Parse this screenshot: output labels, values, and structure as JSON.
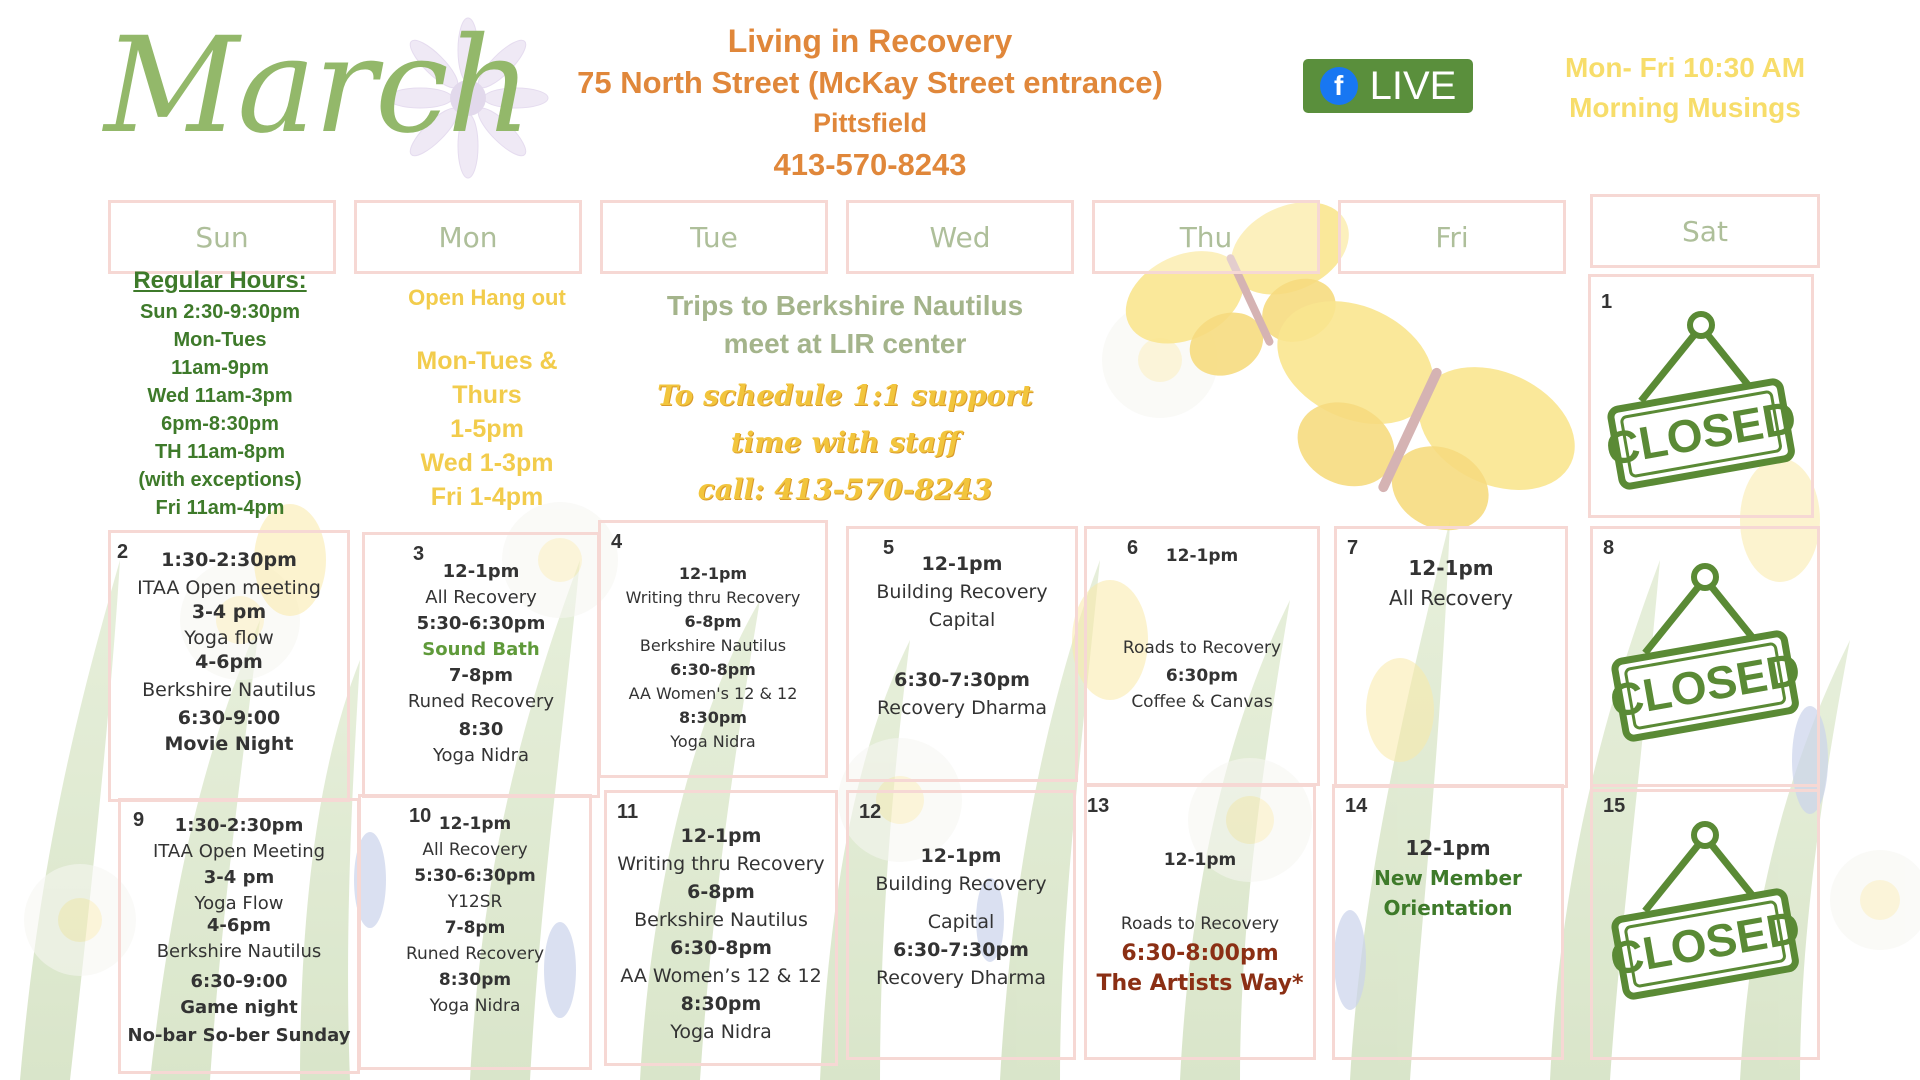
{
  "header": {
    "month": "March",
    "org_name": "Living in Recovery",
    "address": "75 North Street (McKay Street entrance)",
    "city": "Pittsfield",
    "phone": "413-570-8243",
    "live_badge": {
      "icon": "facebook-icon",
      "label": "LIVE"
    },
    "musings": [
      "Mon- Fri 10:30 AM",
      "Morning Musings"
    ]
  },
  "weekdays": [
    "Sun",
    "Mon",
    "Tue",
    "Wed",
    "Thu",
    "Fri",
    "Sat"
  ],
  "regular_hours": {
    "heading": "Regular Hours:",
    "lines": [
      "Sun 2:30-9:30pm",
      "Mon-Tues",
      "11am-9pm",
      "Wed 11am-3pm",
      "6pm-8:30pm",
      "TH 11am-8pm",
      "(with exceptions)",
      "Fri 11am-4pm"
    ]
  },
  "hangout": {
    "title": "Open Hang out",
    "lines": [
      "Mon-Tues &",
      "Thurs",
      "1-5pm",
      "Wed 1-3pm",
      "Fri 1-4pm"
    ]
  },
  "trips": [
    "Trips to Berkshire Nautilus",
    "meet at LIR center"
  ],
  "support": [
    "To schedule  1:1 support",
    "time with staff",
    "call: 413-570-8243"
  ],
  "closed_label": "CLOSED",
  "days": [
    {
      "num": "1",
      "lines": []
    },
    {
      "num": "2",
      "lines": [
        "1:30-2:30pm",
        "ITAA Open meeting",
        "3-4 pm",
        "Yoga flow",
        "4-6pm",
        "Berkshire Nautilus",
        "6:30-9:00",
        "Movie Night"
      ]
    },
    {
      "num": "3",
      "lines": [
        "12-1pm",
        "All Recovery",
        "5:30-6:30pm",
        "Sound Bath",
        "7-8pm",
        "Runed Recovery",
        "8:30",
        "Yoga Nidra"
      ]
    },
    {
      "num": "4",
      "lines": [
        "12-1pm",
        "Writing thru Recovery",
        "6-8pm",
        "Berkshire Nautilus",
        "6:30-8pm",
        "AA Women's 12 & 12",
        "8:30pm",
        "Yoga Nidra"
      ]
    },
    {
      "num": "5",
      "lines": [
        "12-1pm",
        "Building Recovery",
        "Capital",
        "6:30-7:30pm",
        "Recovery Dharma"
      ]
    },
    {
      "num": "6",
      "lines": [
        "12-1pm",
        "Roads to Recovery",
        "6:30pm",
        "Coffee & Canvas"
      ]
    },
    {
      "num": "7",
      "lines": [
        "12-1pm",
        "All Recovery"
      ]
    },
    {
      "num": "8",
      "lines": []
    },
    {
      "num": "9",
      "lines": [
        "1:30-2:30pm",
        "ITAA Open Meeting",
        "3-4 pm",
        "Yoga Flow",
        "4-6pm",
        "Berkshire Nautilus",
        "6:30-9:00",
        "Game night",
        "No-bar So-ber Sunday"
      ]
    },
    {
      "num": "10",
      "lines": [
        "12-1pm",
        "All Recovery",
        "5:30-6:30pm",
        "Y12SR",
        "7-8pm",
        "Runed Recovery",
        "8:30pm",
        "Yoga Nidra"
      ]
    },
    {
      "num": "11",
      "lines": [
        "12-1pm",
        "Writing thru Recovery",
        "6-8pm",
        "Berkshire Nautilus",
        "6:30-8pm",
        "AA Women’s 12 & 12",
        "8:30pm",
        "Yoga Nidra"
      ]
    },
    {
      "num": "12",
      "lines": [
        "12-1pm",
        "Building Recovery",
        "Capital",
        "6:30-7:30pm",
        "Recovery Dharma"
      ]
    },
    {
      "num": "13",
      "lines": [
        "12-1pm",
        "Roads to Recovery",
        "6:30-8:00pm",
        "The Artists Way*"
      ]
    },
    {
      "num": "14",
      "lines": [
        "12-1pm",
        "New Member",
        "Orientation"
      ]
    },
    {
      "num": "15",
      "lines": []
    }
  ],
  "colors": {
    "month": "#93b86a",
    "org": "#e0873a",
    "hours_green": "#3e7a2a",
    "hangout_yellow": "#f2cc4c",
    "support_yellow": "#f2c53c",
    "closed_green": "#5a8a35",
    "artists_red": "#8b2f14",
    "sound_bath_green": "#5f9a3a"
  }
}
